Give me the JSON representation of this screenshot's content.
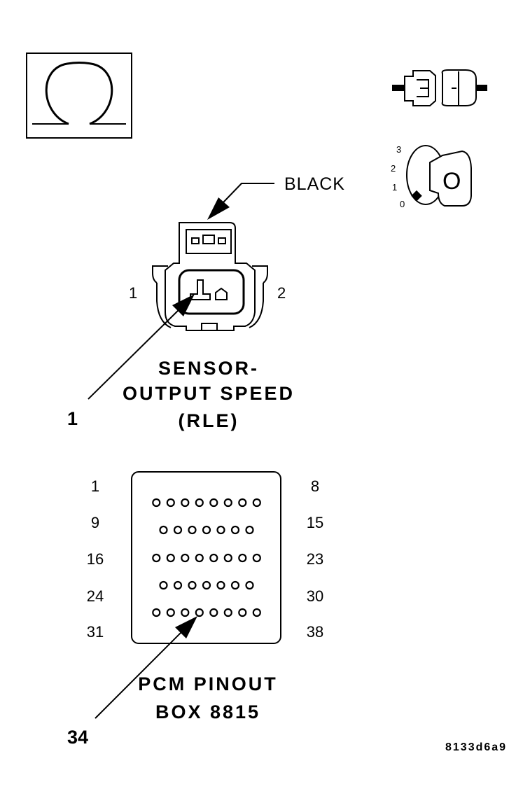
{
  "ohm_symbol": {
    "icon": "ohmmeter-icon"
  },
  "connector_icon": {
    "icon": "disconnected-connector-icon"
  },
  "ignition_icon": {
    "icon": "ignition-key-icon",
    "positions": [
      "3",
      "2",
      "1",
      "0"
    ],
    "key_label": "O"
  },
  "sensor_connector": {
    "color_label": "BLACK",
    "left_pin_label": "1",
    "right_pin_label": "2",
    "title_lines": [
      "SENSOR-",
      "OUTPUT SPEED",
      "(RLE)"
    ],
    "callout": "1"
  },
  "pcm_pinout": {
    "rows": [
      {
        "left": "1",
        "right": "8",
        "pins": 8
      },
      {
        "left": "9",
        "right": "15",
        "pins": 7
      },
      {
        "left": "16",
        "right": "23",
        "pins": 8
      },
      {
        "left": "24",
        "right": "30",
        "pins": 7
      },
      {
        "left": "31",
        "right": "38",
        "pins": 8
      }
    ],
    "title_lines": [
      "PCM PINOUT",
      "BOX 8815"
    ],
    "callout": "34"
  },
  "figure_code": "8133d6a9"
}
